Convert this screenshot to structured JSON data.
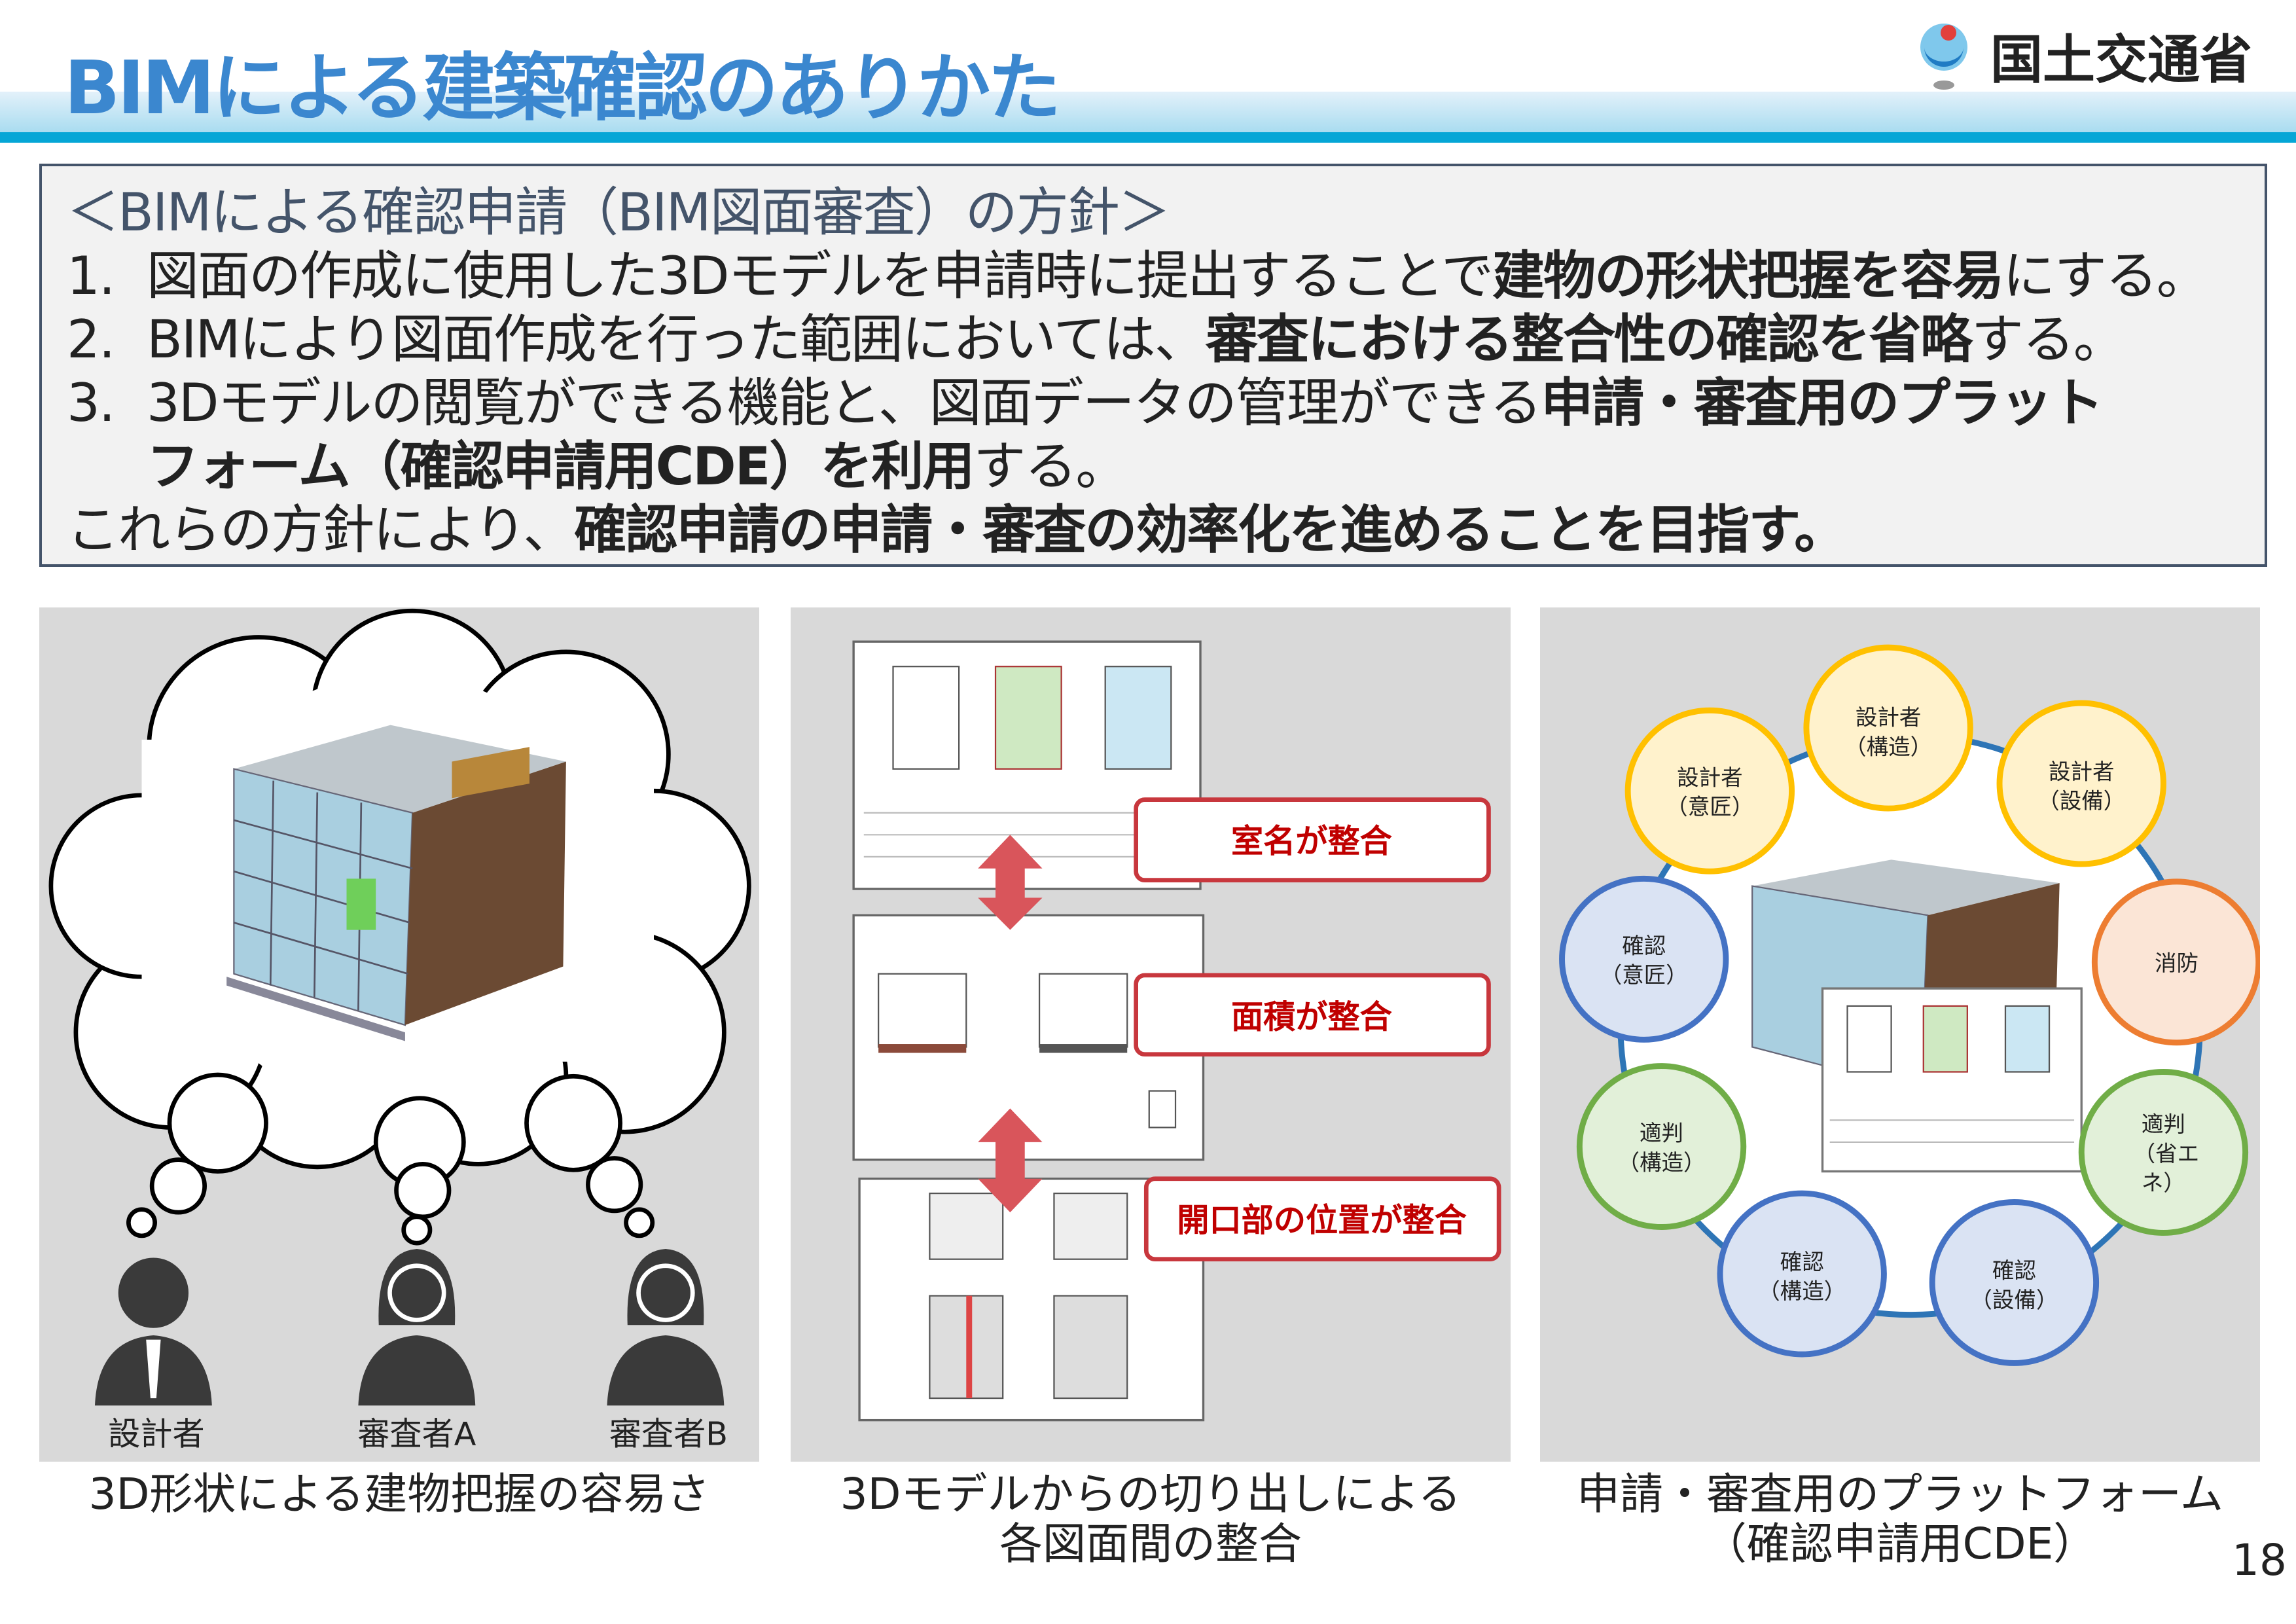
{
  "header": {
    "title": "BIMによる建築確認のありかた",
    "logo_text": "国土交通省"
  },
  "policy": {
    "heading": "＜BIMによる確認申請（BIM図面審査）の方針＞",
    "lines": [
      {
        "num": "1.",
        "segments": [
          "図面の作成に使用した3Dモデルを申請時に提出することで",
          "建物の形状把握を容易",
          "にする。"
        ]
      },
      {
        "num": "2.",
        "segments": [
          "BIMにより図面作成を行った範囲においては、",
          "審査における整合性の確認を省略",
          "する。"
        ]
      },
      {
        "num": "3.",
        "segments": [
          "3Dモデルの閲覧ができる機能と、図面データの管理ができる",
          "申請・審査用のプラット",
          "フォーム（確認申請用CDE）を利用",
          "する。"
        ]
      }
    ],
    "conclusion": [
      "これらの方針により、",
      "確認申請の申請・審査の効率化を進めることを目指す。"
    ]
  },
  "panels": {
    "shape": {
      "people": [
        "設計者",
        "審査者A",
        "審査者B"
      ],
      "caption": "3D形状による建物把握の容易さ"
    },
    "drawings": {
      "labels": [
        "室名が整合",
        "面積が整合",
        "開口部の位置が整合"
      ],
      "caption_lines": [
        "3Dモデルからの切り出しによる",
        "各図面間の整合"
      ]
    },
    "platform": {
      "nodes": [
        {
          "l1": "設計者",
          "l2": "（意匠）"
        },
        {
          "l1": "設計者",
          "l2": "（構造）"
        },
        {
          "l1": "設計者",
          "l2": "（設備）"
        },
        {
          "l1": "消防",
          "l2": ""
        },
        {
          "l1": "適判",
          "l2": "（省エ",
          "l3": "ネ）"
        },
        {
          "l1": "確認",
          "l2": "（設備）"
        },
        {
          "l1": "確認",
          "l2": "（構造）"
        },
        {
          "l1": "適判",
          "l2": "（構造）"
        },
        {
          "l1": "確認",
          "l2": "（意匠）"
        }
      ],
      "caption_lines": [
        "申請・審査用のプラットフォーム",
        "（確認申請用CDE）"
      ]
    }
  },
  "page_number": "18",
  "colors": {
    "title": "#3b87cf",
    "accent_red": "#c00000",
    "designer": "#ffc000",
    "review": "#4472c4",
    "fire": "#ed7d31",
    "judge": "#70ad47",
    "ring": "#2e75b6"
  }
}
